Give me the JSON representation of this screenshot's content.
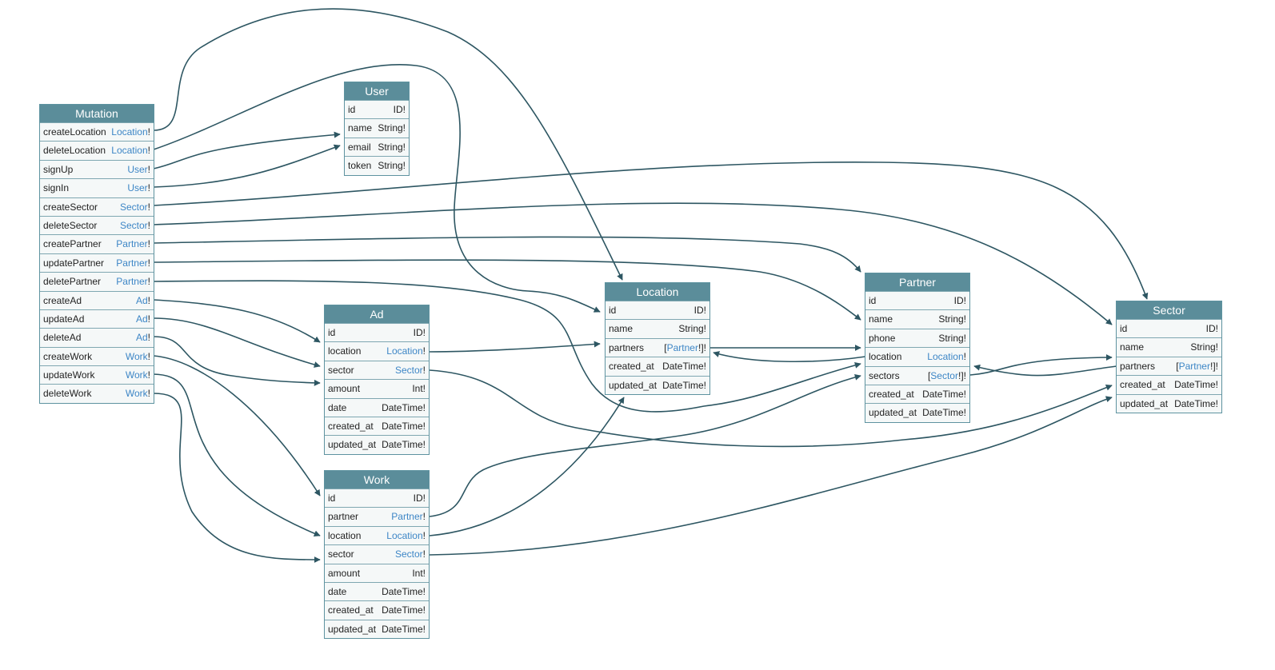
{
  "colors": {
    "header": "#5b8d9a",
    "border": "#5e93a0",
    "row": "#f5f8f8",
    "typeLink": "#3d86c6",
    "edge": "#2d5662"
  },
  "nodes": {
    "mutation": {
      "title": "Mutation",
      "fields": [
        {
          "name": "createLocation",
          "pre": "",
          "type": "Location",
          "post": "!",
          "link": true
        },
        {
          "name": "deleteLocation",
          "pre": "",
          "type": "Location",
          "post": "!",
          "link": true
        },
        {
          "name": "signUp",
          "pre": "",
          "type": "User",
          "post": "!",
          "link": true
        },
        {
          "name": "signIn",
          "pre": "",
          "type": "User",
          "post": "!",
          "link": true
        },
        {
          "name": "createSector",
          "pre": "",
          "type": "Sector",
          "post": "!",
          "link": true
        },
        {
          "name": "deleteSector",
          "pre": "",
          "type": "Sector",
          "post": "!",
          "link": true
        },
        {
          "name": "createPartner",
          "pre": "",
          "type": "Partner",
          "post": "!",
          "link": true
        },
        {
          "name": "updatePartner",
          "pre": "",
          "type": "Partner",
          "post": "!",
          "link": true
        },
        {
          "name": "deletePartner",
          "pre": "",
          "type": "Partner",
          "post": "!",
          "link": true
        },
        {
          "name": "createAd",
          "pre": "",
          "type": "Ad",
          "post": "!",
          "link": true
        },
        {
          "name": "updateAd",
          "pre": "",
          "type": "Ad",
          "post": "!",
          "link": true
        },
        {
          "name": "deleteAd",
          "pre": "",
          "type": "Ad",
          "post": "!",
          "link": true
        },
        {
          "name": "createWork",
          "pre": "",
          "type": "Work",
          "post": "!",
          "link": true
        },
        {
          "name": "updateWork",
          "pre": "",
          "type": "Work",
          "post": "!",
          "link": true
        },
        {
          "name": "deleteWork",
          "pre": "",
          "type": "Work",
          "post": "!",
          "link": true
        }
      ]
    },
    "user": {
      "title": "User",
      "fields": [
        {
          "name": "id",
          "pre": "",
          "type": "ID!",
          "post": "",
          "link": false
        },
        {
          "name": "name",
          "pre": "",
          "type": "String!",
          "post": "",
          "link": false
        },
        {
          "name": "email",
          "pre": "",
          "type": "String!",
          "post": "",
          "link": false
        },
        {
          "name": "token",
          "pre": "",
          "type": "String!",
          "post": "",
          "link": false
        }
      ]
    },
    "ad": {
      "title": "Ad",
      "fields": [
        {
          "name": "id",
          "pre": "",
          "type": "ID!",
          "post": "",
          "link": false
        },
        {
          "name": "location",
          "pre": "",
          "type": "Location",
          "post": "!",
          "link": true
        },
        {
          "name": "sector",
          "pre": "",
          "type": "Sector",
          "post": "!",
          "link": true
        },
        {
          "name": "amount",
          "pre": "",
          "type": "Int!",
          "post": "",
          "link": false
        },
        {
          "name": "date",
          "pre": "",
          "type": "DateTime!",
          "post": "",
          "link": false
        },
        {
          "name": "created_at",
          "pre": "",
          "type": "DateTime!",
          "post": "",
          "link": false
        },
        {
          "name": "updated_at",
          "pre": "",
          "type": "DateTime!",
          "post": "",
          "link": false
        }
      ]
    },
    "work": {
      "title": "Work",
      "fields": [
        {
          "name": "id",
          "pre": "",
          "type": "ID!",
          "post": "",
          "link": false
        },
        {
          "name": "partner",
          "pre": "",
          "type": "Partner",
          "post": "!",
          "link": true
        },
        {
          "name": "location",
          "pre": "",
          "type": "Location",
          "post": "!",
          "link": true
        },
        {
          "name": "sector",
          "pre": "",
          "type": "Sector",
          "post": "!",
          "link": true
        },
        {
          "name": "amount",
          "pre": "",
          "type": "Int!",
          "post": "",
          "link": false
        },
        {
          "name": "date",
          "pre": "",
          "type": "DateTime!",
          "post": "",
          "link": false
        },
        {
          "name": "created_at",
          "pre": "",
          "type": "DateTime!",
          "post": "",
          "link": false
        },
        {
          "name": "updated_at",
          "pre": "",
          "type": "DateTime!",
          "post": "",
          "link": false
        }
      ]
    },
    "location": {
      "title": "Location",
      "fields": [
        {
          "name": "id",
          "pre": "",
          "type": "ID!",
          "post": "",
          "link": false
        },
        {
          "name": "name",
          "pre": "",
          "type": "String!",
          "post": "",
          "link": false
        },
        {
          "name": "partners",
          "pre": "[",
          "type": "Partner",
          "post": "!]!",
          "link": true
        },
        {
          "name": "created_at",
          "pre": "",
          "type": "DateTime!",
          "post": "",
          "link": false
        },
        {
          "name": "updated_at",
          "pre": "",
          "type": "DateTime!",
          "post": "",
          "link": false
        }
      ]
    },
    "partner": {
      "title": "Partner",
      "fields": [
        {
          "name": "id",
          "pre": "",
          "type": "ID!",
          "post": "",
          "link": false
        },
        {
          "name": "name",
          "pre": "",
          "type": "String!",
          "post": "",
          "link": false
        },
        {
          "name": "phone",
          "pre": "",
          "type": "String!",
          "post": "",
          "link": false
        },
        {
          "name": "location",
          "pre": "",
          "type": "Location",
          "post": "!",
          "link": true
        },
        {
          "name": "sectors",
          "pre": "[",
          "type": "Sector",
          "post": "!]!",
          "link": true
        },
        {
          "name": "created_at",
          "pre": "",
          "type": "DateTime!",
          "post": "",
          "link": false
        },
        {
          "name": "updated_at",
          "pre": "",
          "type": "DateTime!",
          "post": "",
          "link": false
        }
      ]
    },
    "sector": {
      "title": "Sector",
      "fields": [
        {
          "name": "id",
          "pre": "",
          "type": "ID!",
          "post": "",
          "link": false
        },
        {
          "name": "name",
          "pre": "",
          "type": "String!",
          "post": "",
          "link": false
        },
        {
          "name": "partners",
          "pre": "[",
          "type": "Partner",
          "post": "!]!",
          "link": true
        },
        {
          "name": "created_at",
          "pre": "",
          "type": "DateTime!",
          "post": "",
          "link": false
        },
        {
          "name": "updated_at",
          "pre": "",
          "type": "DateTime!",
          "post": "",
          "link": false
        }
      ]
    }
  }
}
